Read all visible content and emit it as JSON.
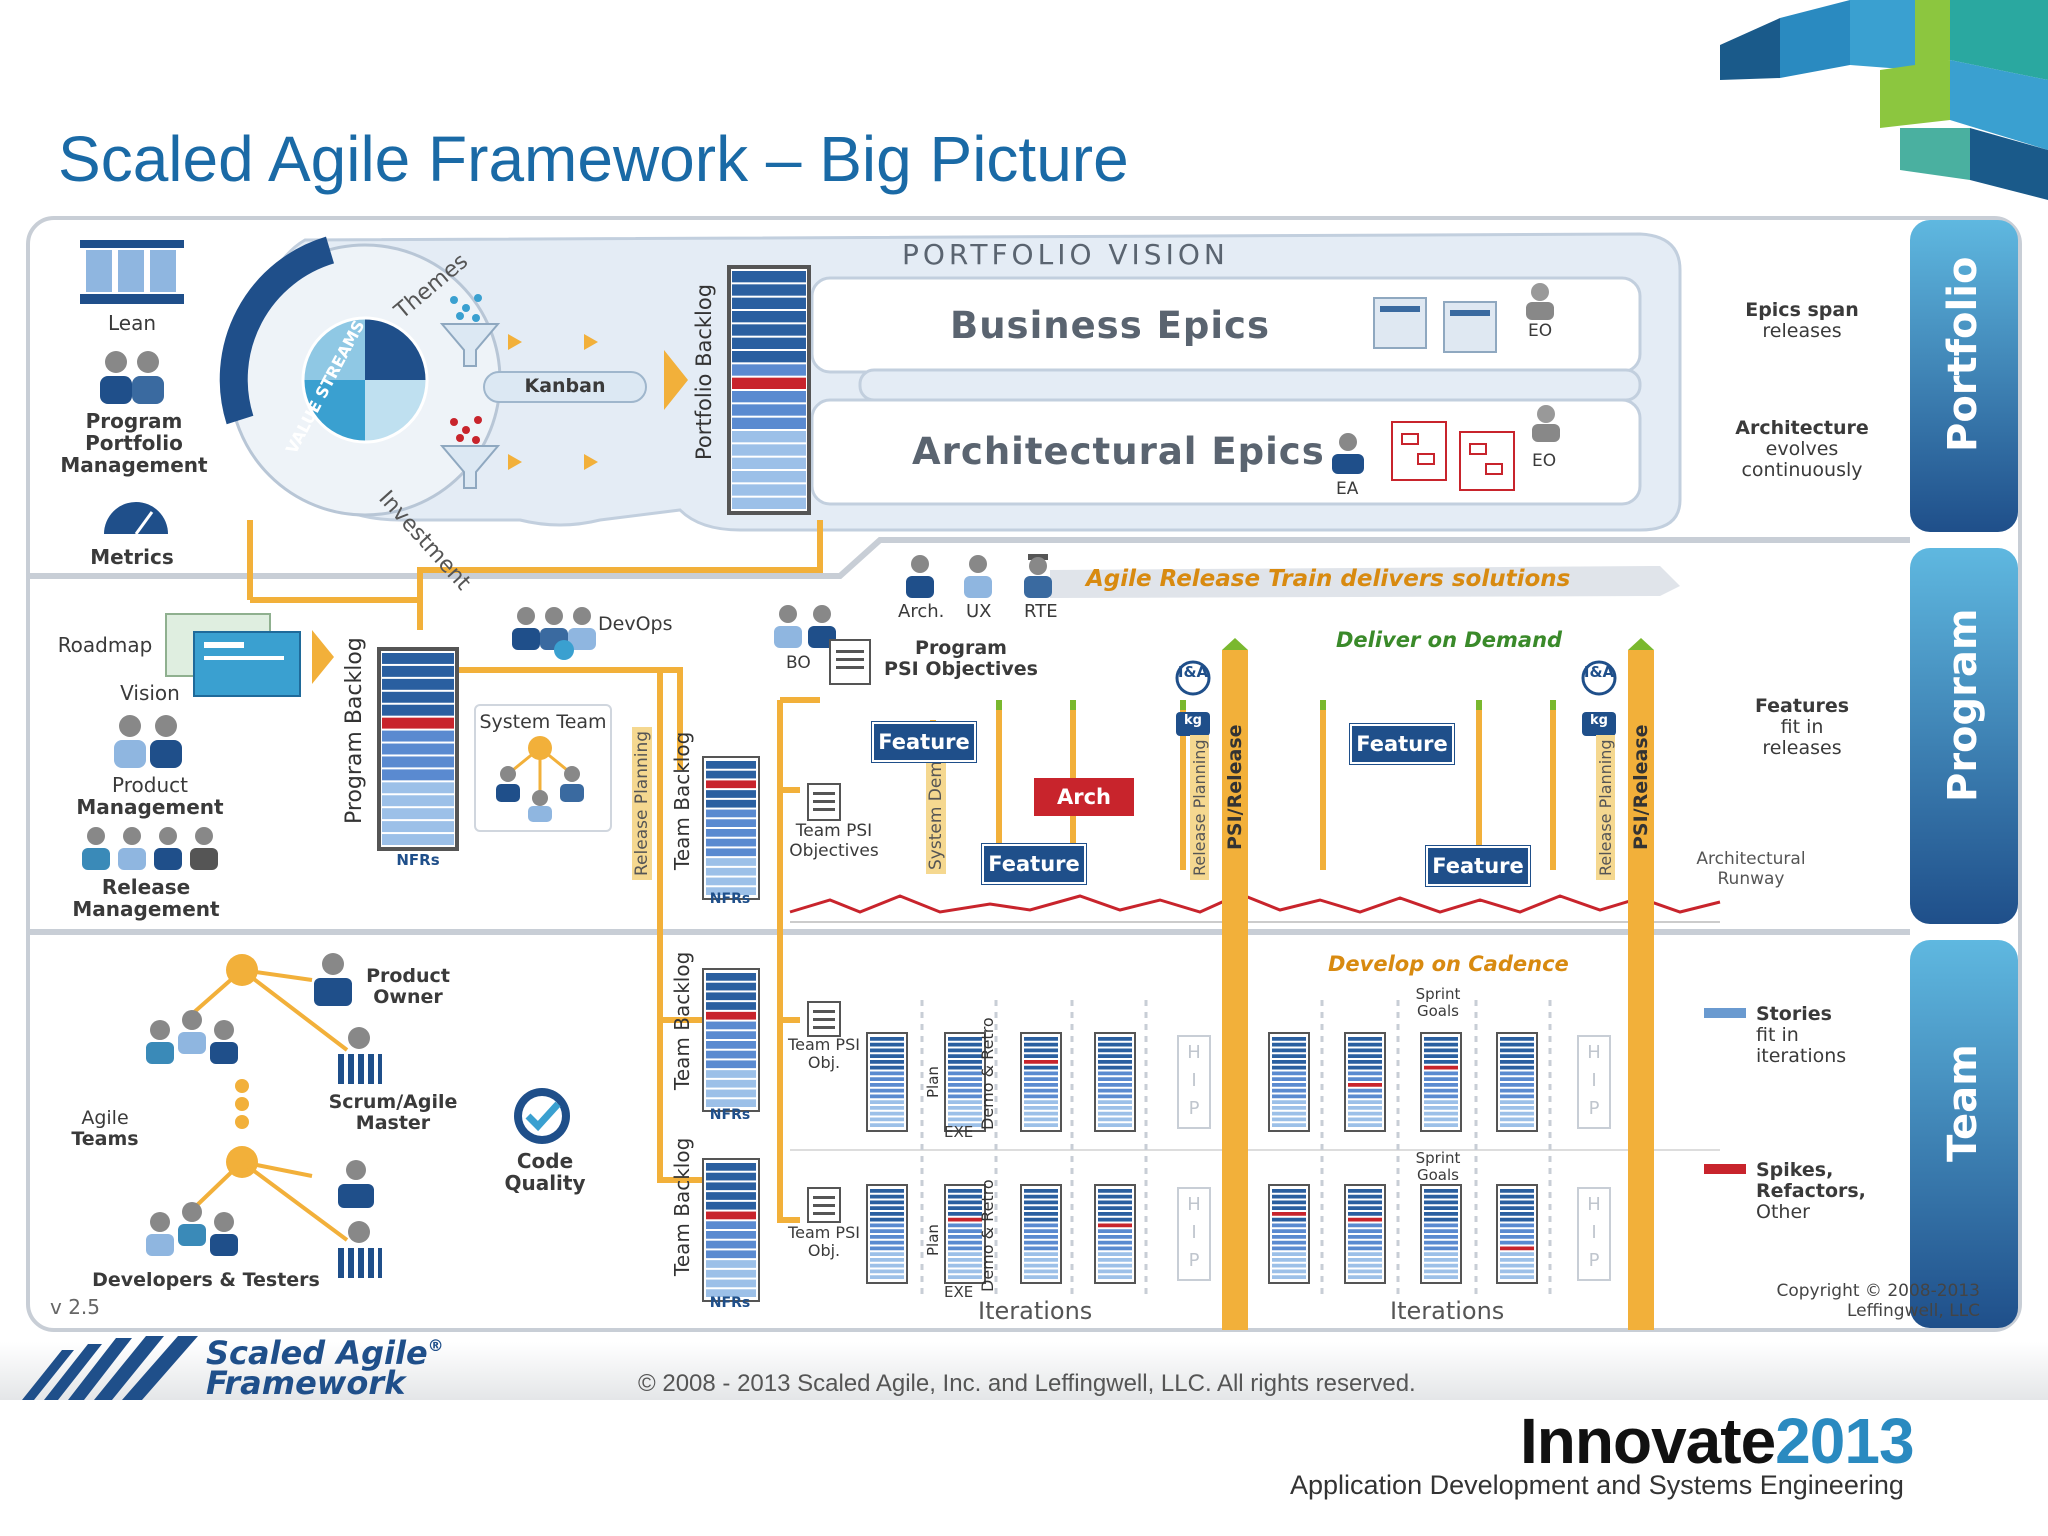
{
  "slide": {
    "title": "Scaled Agile Framework – Big Picture",
    "footer_copyright": "© 2008 - 2013 Scaled Agile, Inc. and Leffingwell, LLC. All rights reserved.",
    "logo_line1": "Scaled Agile",
    "logo_reg": "®",
    "logo_line2": "Framework",
    "innovate_word": "Innovate",
    "innovate_year": "2013",
    "innovate_subtitle": "Application Development and Systems Engineering"
  },
  "colors": {
    "title_blue": "#1a6aa6",
    "tab_blue": "#1f4f8a",
    "accent_orange": "#f2b03a",
    "accent_red": "#c8242c",
    "accent_green": "#7ab82e"
  },
  "tabs": {
    "portfolio": "Portfolio",
    "program": "Program",
    "team": "Team"
  },
  "portfolio": {
    "lean": "Lean",
    "ppm": [
      "Program",
      "Portfolio",
      "Management"
    ],
    "metrics": "Metrics",
    "themes": "Themes",
    "value_streams": "VALUE STREAMS",
    "investment": "Investment",
    "kanban": "Kanban",
    "portfolio_backlog": "Portfolio Backlog",
    "vision_title": "PORTFOLIO VISION",
    "business_epics": "Business Epics",
    "architectural_epics": "Architectural Epics",
    "eo_1": "EO",
    "eo_2": "EO",
    "ea": "EA",
    "right_1": [
      "Epics span",
      "releases"
    ],
    "right_2": [
      "Architecture",
      "evolves",
      "continuously"
    ]
  },
  "program": {
    "roadmap": "Roadmap",
    "vision": "Vision",
    "product_mgmt": [
      "Product",
      "Management"
    ],
    "release_mgmt": [
      "Release",
      "Management"
    ],
    "program_backlog": "Program Backlog",
    "nfrs": "NFRs",
    "devops": "DevOps",
    "system_team": "System Team",
    "art": "Agile Release Train delivers solutions",
    "arch": "Arch.",
    "ux": "UX",
    "rte": "RTE",
    "bo": "BO",
    "psi_objectives": [
      "Program",
      "PSI Objectives"
    ],
    "deliver_on_demand": "Deliver on Demand",
    "release_planning": "Release Planning",
    "team_backlog": "Team Backlog",
    "team_psi_objectives": [
      "Team PSI",
      "Objectives"
    ],
    "system_demo": "System Demo",
    "feature": "Feature",
    "arch_box": "Arch",
    "ia": "I&A",
    "kg": "kg",
    "psi_release": "PSI/Release",
    "arch_runway": [
      "Architectural",
      "Runway"
    ],
    "right": [
      "Features",
      "fit in",
      "releases"
    ]
  },
  "team": {
    "develop_on_cadence": "Develop on Cadence",
    "product_owner": [
      "Product",
      "Owner"
    ],
    "scrum_master": [
      "Scrum/Agile",
      "Master"
    ],
    "agile_teams": [
      "Agile",
      "Teams"
    ],
    "dev_testers": "Developers & Testers",
    "code_quality": [
      "Code",
      "Quality"
    ],
    "version": "v 2.5",
    "team_psi_obj": [
      "Team PSI",
      "Obj."
    ],
    "plan": "Plan",
    "exe": "EXE",
    "demo_retro": "Demo & Retro",
    "sprint_goals": [
      "Sprint",
      "Goals"
    ],
    "hip": [
      "H",
      "I",
      "P"
    ],
    "iterations": "Iterations",
    "stories": "Stories",
    "stories_fit": [
      "fit in",
      "iterations"
    ],
    "spikes": [
      "Spikes,",
      "Refactors,",
      "Other"
    ],
    "copyright": [
      "Copyright © 2008-2013",
      "Leffingwell, LLC"
    ]
  }
}
